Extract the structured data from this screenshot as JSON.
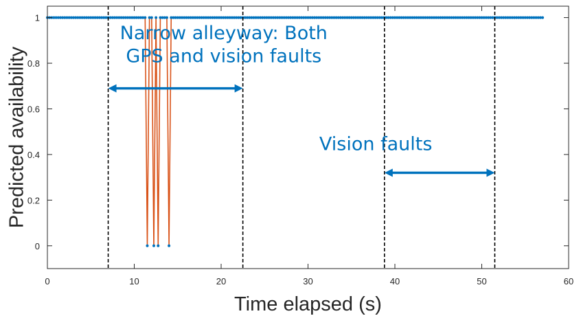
{
  "chart_data": {
    "type": "line",
    "xlabel": "Time elapsed (s)",
    "ylabel": "Predicted availability",
    "xlim": [
      0,
      60
    ],
    "ylim": [
      -0.1,
      1.05
    ],
    "x_ticks": [
      0,
      10,
      20,
      30,
      40,
      50,
      60
    ],
    "x_tick_labels": [
      "0",
      "10",
      "20",
      "30",
      "40",
      "50",
      "60"
    ],
    "y_ticks": [
      0,
      0.2,
      0.4,
      0.6,
      0.8,
      1
    ],
    "y_tick_labels": [
      "0",
      "0.2",
      "0.4",
      "0.6",
      "0.8",
      "1"
    ],
    "grid": false,
    "series": [
      {
        "line_color": "#d95319",
        "marker_color": "#0072bd",
        "x_start": 0,
        "x_end": 57,
        "x_step": 0.25,
        "default_y": 1,
        "drops": [
          {
            "x": 11.5,
            "y": 0
          },
          {
            "x": 12.25,
            "y": 0
          },
          {
            "x": 12.75,
            "y": 0
          },
          {
            "x": 14.0,
            "y": 0
          }
        ]
      }
    ],
    "vertical_lines": [
      7.0,
      22.5,
      38.8,
      51.5
    ],
    "annotations": [
      {
        "text": "Narrow alleyway: Both",
        "x": 20.3,
        "y": 0.905
      },
      {
        "text": "GPS and vision faults",
        "x": 20.3,
        "y": 0.805
      },
      {
        "text": "Vision faults",
        "x": 37.8,
        "y": 0.42
      }
    ],
    "arrows": [
      {
        "x_from": 7.0,
        "x_to": 22.5,
        "y": 0.69
      },
      {
        "x_from": 38.8,
        "x_to": 51.5,
        "y": 0.32
      }
    ],
    "colors": {
      "annotation": "#0072bd",
      "axes": "#262626",
      "vline": "#000000"
    }
  }
}
